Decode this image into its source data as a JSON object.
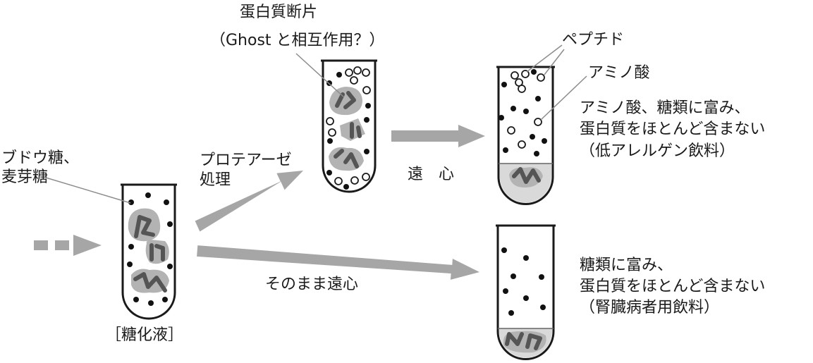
{
  "labels": {
    "input_sugars_line1": "ブドウ糖、",
    "input_sugars_line2": "麦芽糖",
    "saccharified_liquid": "［糖化液］",
    "protease_line1": "プロテアーゼ",
    "protease_line2": "処理",
    "protein_fragment_line1": "蛋白質断片",
    "protein_fragment_line2": "（Ghost と相互作用？）",
    "centrifuge": "遠　心",
    "direct_centrifuge": "そのまま遠心",
    "peptide": "ペプチド",
    "amino_acid": "アミノ酸",
    "result_upper_line1": "アミノ酸、糖類に富み、",
    "result_upper_line2": "蛋白質をほとんど含まない",
    "result_upper_line3": "（低アレルゲン飲料）",
    "result_lower_line1": "糖類に富み、",
    "result_lower_line2": "蛋白質をほとんど含まない",
    "result_lower_line3": "（腎臓病者用飲料）"
  },
  "colors": {
    "arrow": "#a6a6a6",
    "tube_outline": "#1a1a1a",
    "sediment": "#d9d9d9",
    "protein_light": "#b3b3b3",
    "protein_dark": "#555555",
    "leader_line": "#8c8c8c"
  }
}
